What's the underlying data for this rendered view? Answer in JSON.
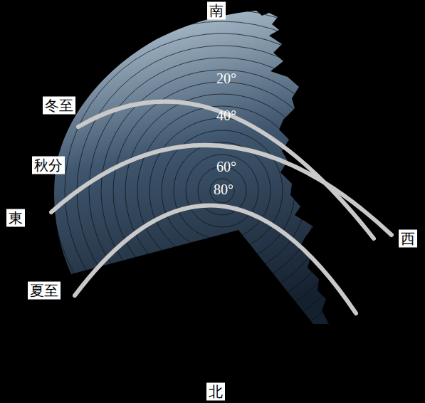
{
  "diagram": {
    "labels": [
      "南",
      "冬至",
      "20°",
      "40°",
      "秋分",
      "60°",
      "東",
      "80°",
      "西",
      "夏至",
      "北"
    ]
  }
}
